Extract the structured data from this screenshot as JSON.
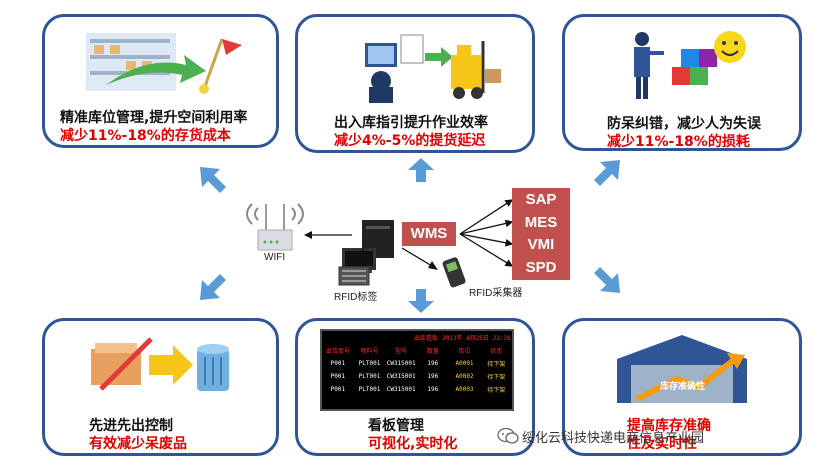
{
  "cards": [
    {
      "title": "精准库位管理,提升空间利用率",
      "subtitle": "减少11%-18%的存货成本"
    },
    {
      "title": "出入库指引提升作业效率",
      "subtitle": "减少4%-5%的提货延迟"
    },
    {
      "title": "防呆纠错，减少人为失误",
      "subtitle": "减少11%-18%的损耗"
    },
    {
      "title": "先进先出控制",
      "subtitle": "有效减少呆废品"
    },
    {
      "title": "看板管理",
      "subtitle": "可视化,实时化"
    },
    {
      "title": "提高库存准确",
      "subtitle": "性及实时性"
    }
  ],
  "center": {
    "wms_label": "WMS",
    "systems": [
      "SAP",
      "MES",
      "VMI",
      "SPD"
    ],
    "wifi_label": "WIFI",
    "rfid_tag_label": "RFID标签",
    "rfid_reader_label": "RFID采集器"
  },
  "board": {
    "header": [
      "",
      "",
      "",
      "出库看板",
      "2013年 4月25日 22:38",
      ""
    ],
    "columns": [
      "出货单号",
      "物料号",
      "型号",
      "数量",
      "库位",
      "状态"
    ],
    "rows": [
      [
        "P001",
        "PLT001",
        "CW315001",
        "196",
        "A0001",
        "待下架"
      ],
      [
        "P001",
        "PLT001",
        "CW315001",
        "196",
        "A0002",
        "待下架"
      ],
      [
        "P001",
        "PLT001",
        "CW315001",
        "196",
        "A0003",
        "待下架"
      ]
    ]
  },
  "warehouse_sign": "库存准确性",
  "watermark": "绥化云科技快递电商信息产业园",
  "colors": {
    "card_border": "#2f5597",
    "arrow": "#5b9bd5",
    "tag": "#c0504d",
    "highlight": "#e00000"
  }
}
